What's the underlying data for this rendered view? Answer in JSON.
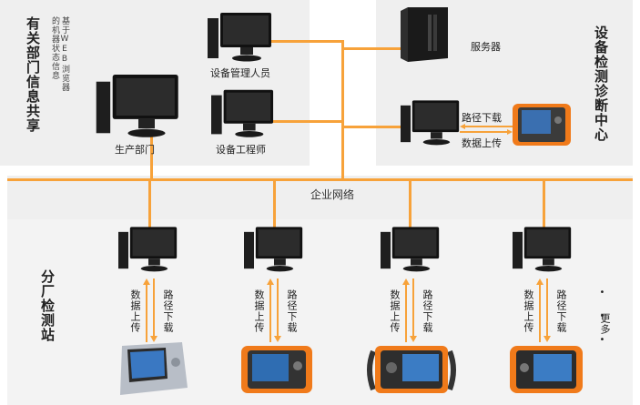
{
  "top_left": {
    "title": "有关部门信息共享",
    "note": "基于WEB浏览器的机器状态信息"
  },
  "top_right": {
    "title": "设备检测诊断中心",
    "server_label": "服务器",
    "download_label": "路径下载",
    "upload_label": "数据上传"
  },
  "nodes": {
    "manager": "设备管理人员",
    "production": "生产部门",
    "engineer": "设备工程师"
  },
  "network_label": "企业网络",
  "branch": {
    "title": "分厂检测站",
    "upload_label": "数据上传",
    "download_label": "路径下载",
    "more_dots": "• • •",
    "more_label": "更多"
  },
  "colors": {
    "accent": "#f7a23a",
    "panel": "#efefef"
  }
}
